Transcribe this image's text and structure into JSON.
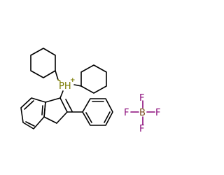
{
  "structure": {
    "phosphonium": {
      "symbol": "PH",
      "charge": "+",
      "color": "#7a7a00"
    },
    "borate": {
      "boron": "B",
      "fluorine": "F",
      "boron_color": "#7a4a1e",
      "fluorine_color": "#8a0a7a"
    },
    "bond_color": "#000000"
  }
}
